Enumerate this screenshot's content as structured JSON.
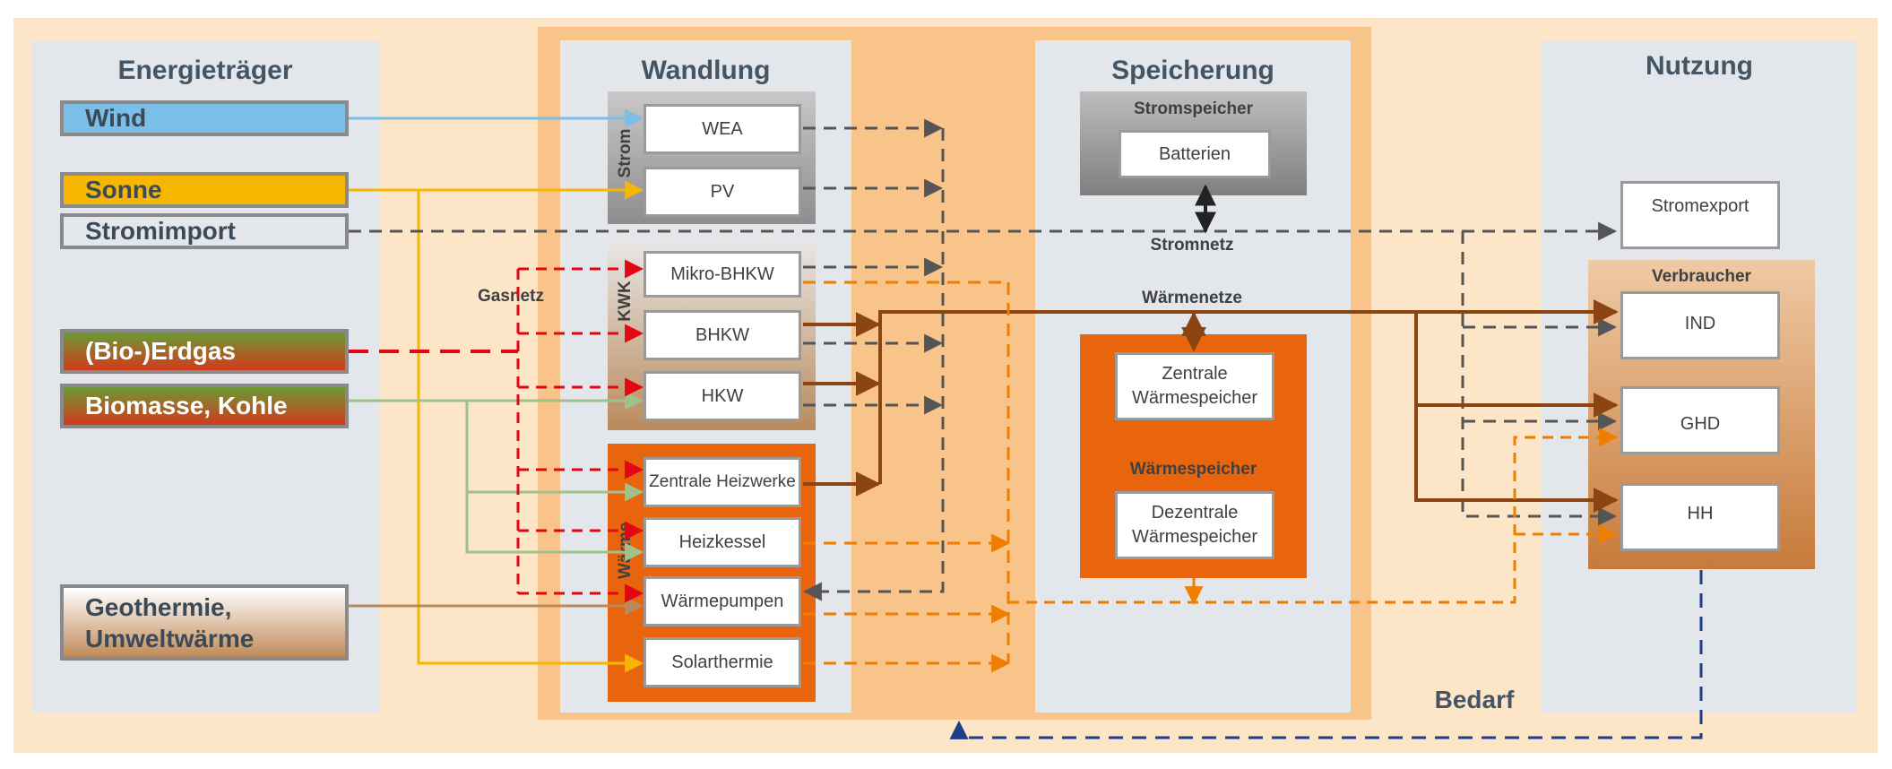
{
  "columns": {
    "energietraeger": "Energieträger",
    "wandlung": "Wandlung",
    "speicherung": "Speicherung",
    "nutzung": "Nutzung",
    "bedarf": "Bedarf"
  },
  "carriers": [
    {
      "key": "wind",
      "label": "Wind"
    },
    {
      "key": "sonne",
      "label": "Sonne"
    },
    {
      "key": "stromimport",
      "label": "Stromimport"
    },
    {
      "key": "erdgas",
      "label": "(Bio-)Erdgas"
    },
    {
      "key": "biomasse",
      "label": "Biomasse, Kohle"
    },
    {
      "key": "geothermie",
      "label": "Geothermie, Umweltwärme"
    }
  ],
  "labels": {
    "gasnetz": "Gasnetz",
    "strom": "Strom",
    "kwk": "KWK",
    "waerme": "Wärme",
    "stromspeicher": "Stromspeicher",
    "stromnetz": "Stromnetz",
    "waermenetze": "Wärmenetze",
    "waermespeicher": "Wärmespeicher",
    "verbraucher": "Verbraucher"
  },
  "wandlung": {
    "strom": [
      "WEA",
      "PV"
    ],
    "kwk": [
      "Mikro-BHKW",
      "BHKW",
      "HKW"
    ],
    "waerme": [
      "Zentrale Heizwerke",
      "Heizkessel",
      "Wärmepumpen",
      "Solarthermie"
    ]
  },
  "speicher": {
    "batterien": "Batterien",
    "zentrale": "Zentrale Wärmespeicher",
    "dezentrale": "Dezentrale Wärmespeicher"
  },
  "nutzung": {
    "stromexport": "Stromexport",
    "consumers": [
      "IND",
      "GHD",
      "HH"
    ]
  },
  "colors": {
    "background": "#fde5c8",
    "central_band": "#f9c48a",
    "panel": "#e3e6ea",
    "strom_group": "#8d8d8d",
    "waerme_orange": "#e8650e",
    "verbraucher": "#c77a3a",
    "electric_dashed": "#555555",
    "gas_dashed": "#e30613",
    "heat_network": "#8b4513",
    "heat_dashed": "#ef7d00",
    "solar": "#f7b700",
    "wind": "#7bbfe8",
    "biomass": "#9fc18a",
    "geothermal": "#b98a5c",
    "demand_return": "#1f3c88"
  },
  "icons": [
    "arrow-head-icon"
  ]
}
